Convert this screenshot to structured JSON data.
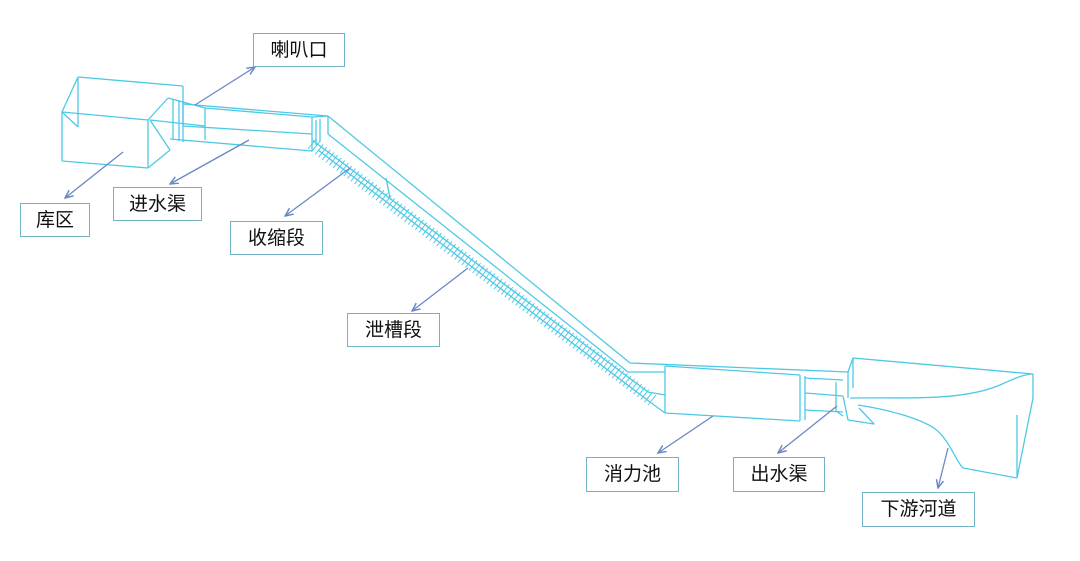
{
  "diagram": {
    "labels": {
      "horn": "喇叭口",
      "reservoir": "库区",
      "inlet_channel": "进水渠",
      "contraction": "收缩段",
      "chute": "泄槽段",
      "stilling_basin": "消力池",
      "outlet_channel": "出水渠",
      "downstream_river": "下游河道"
    },
    "colors": {
      "wireframe": "#4dc9e6",
      "arrow": "#6b86c4",
      "label_border": "#6fb3c4",
      "text": "#111111"
    }
  }
}
